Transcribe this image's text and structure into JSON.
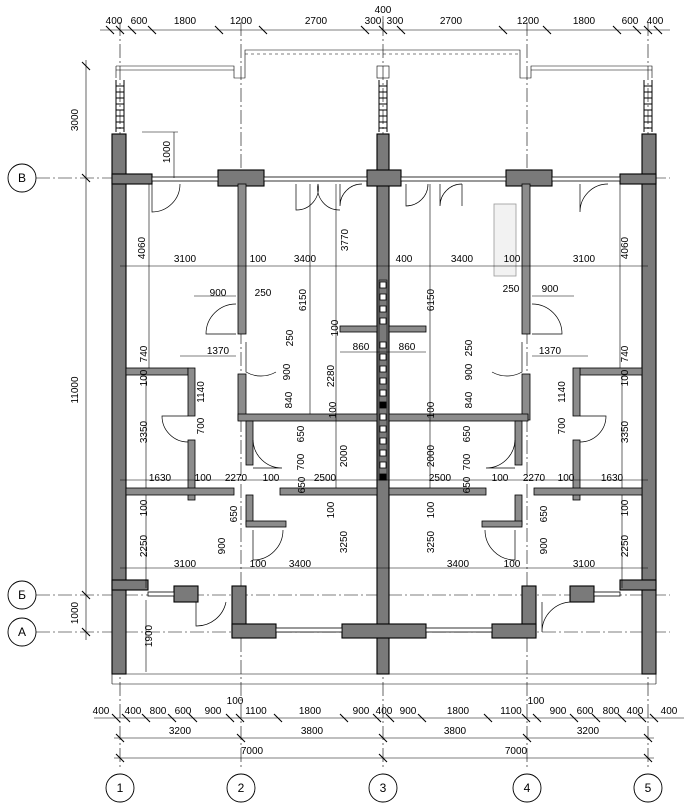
{
  "axes": {
    "grid_1": "1",
    "grid_2": "2",
    "grid_3": "3",
    "grid_4": "4",
    "grid_5": "5",
    "grid_v": "В",
    "grid_b": "Б",
    "grid_a": "А"
  },
  "top_dims": {
    "top_center": "400",
    "chain": [
      "400",
      "600",
      "1800",
      "1200",
      "2700",
      "300",
      "300",
      "2700",
      "1200",
      "1800",
      "600",
      "400"
    ]
  },
  "bottom_dims": {
    "row1": [
      "400",
      "400",
      "800",
      "600",
      "900",
      "100",
      "1100",
      "1800",
      "900",
      "400",
      "900",
      "1800",
      "1100",
      "100",
      "900",
      "600",
      "800",
      "400",
      "400"
    ],
    "row2": [
      "3200",
      "3800",
      "3800",
      "3200"
    ],
    "row3": [
      "7000",
      "7000"
    ]
  },
  "left_dims": {
    "upper": "3000",
    "total": "11000",
    "lower": "1000",
    "stair_gap": "1000"
  },
  "plan_dims": {
    "d4060_l": "4060",
    "d3100_l": "3100",
    "d100_a": "100",
    "d3400_l": "3400",
    "d3770": "3770",
    "d400_c": "400",
    "d3400_r": "3400",
    "d100_b": "100",
    "d3100_r": "3100",
    "d4060_r": "4060",
    "d900_l": "900",
    "d250_l": "250",
    "d6150_l": "6150",
    "d6150_r": "6150",
    "d250_r": "250",
    "d900_r": "900",
    "d740_l": "740",
    "d1370_l": "1370",
    "d250_m": "250",
    "d100_c": "100",
    "d860_l": "860",
    "d860_r": "860",
    "d250_n": "250",
    "d1370_r": "1370",
    "d740_r": "740",
    "d100_d": "100",
    "d1140_l": "1140",
    "d900_v": "900",
    "d2280": "2280",
    "d900_w": "900",
    "d1140_r": "1140",
    "d100_e": "100",
    "d700_l": "700",
    "d840_l": "840",
    "d100_f": "100",
    "d100_g": "100",
    "d840_r": "840",
    "d700_r": "700",
    "d3350_l": "3350",
    "d3350_r": "3350",
    "d650_a": "650",
    "d700_a": "700",
    "d2000_l": "2000",
    "d2000_r": "2000",
    "d700_b": "700",
    "d650_b": "650",
    "d1630_l": "1630",
    "d100_h": "100",
    "d2270_l": "2270",
    "d100_i": "100",
    "d650_c": "650",
    "d2500_l": "2500",
    "d2500_r": "2500",
    "d650_d": "650",
    "d100_j": "100",
    "d2270_r": "2270",
    "d100_k": "100",
    "d1630_r": "1630",
    "d100_l": "100",
    "d650_e": "650",
    "d100_m": "100",
    "d100_n": "100",
    "d650_f": "650",
    "d100_o": "100",
    "d900_x": "900",
    "d900_y": "900",
    "d2250_l": "2250",
    "d3250_l": "3250",
    "d3250_r": "3250",
    "d2250_r": "2250",
    "d3100_bl": "3100",
    "d100_p": "100",
    "d3400_bl": "3400",
    "d3400_br": "3400",
    "d100_q": "100",
    "d3100_br": "3100",
    "d1900": "1900"
  }
}
